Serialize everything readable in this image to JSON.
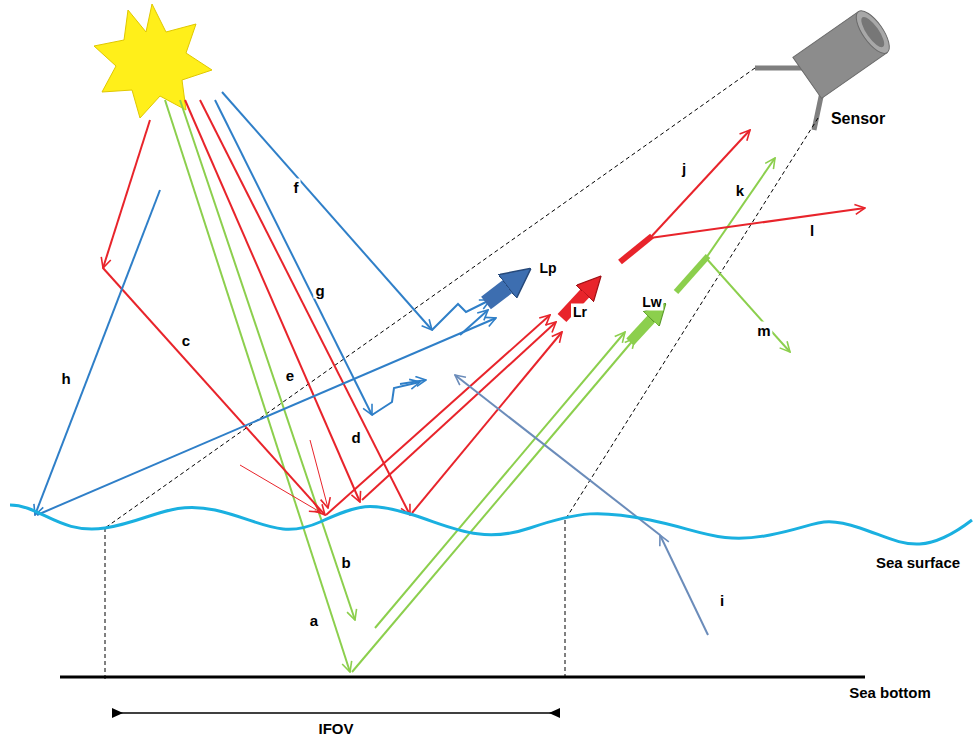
{
  "diagram": {
    "labels": [
      "Sensor",
      "f",
      "g",
      "h",
      "c",
      "e",
      "d",
      "b",
      "a",
      "i",
      "j",
      "k",
      "l",
      "m",
      "Lp",
      "Lr",
      "Lw",
      "Sea surface",
      "Sea bottom",
      "IFOV"
    ]
  }
}
